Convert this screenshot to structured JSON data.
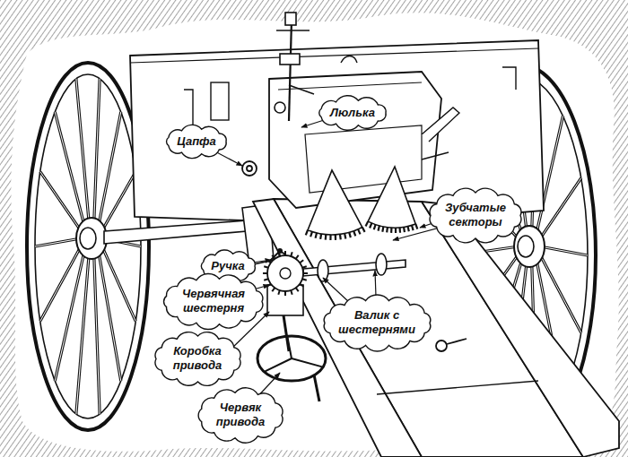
{
  "diagram": {
    "nodes": [
      {
        "text": [
          "Люлька"
        ]
      },
      {
        "text": [
          "Цапфа"
        ]
      },
      {
        "text": [
          "Зубчатые секторы"
        ]
      },
      {
        "text": [
          "Ручка"
        ]
      },
      {
        "text": [
          "Червячная шестерня"
        ]
      },
      {
        "text": [
          "Валик с шестернями"
        ]
      },
      {
        "text": [
          "Коробка привода"
        ]
      },
      {
        "text": [
          "Червяк привода"
        ]
      }
    ]
  }
}
